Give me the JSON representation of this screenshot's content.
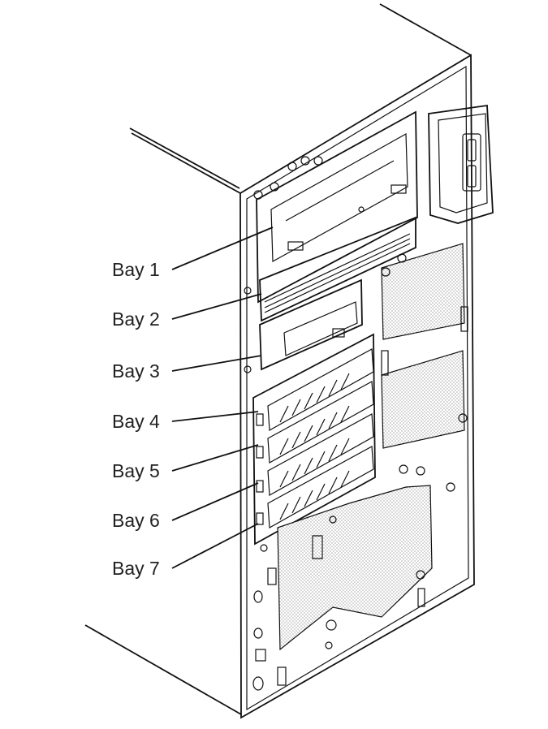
{
  "bays": [
    {
      "id": 1,
      "label": "Bay 1"
    },
    {
      "id": 2,
      "label": "Bay 2"
    },
    {
      "id": 3,
      "label": "Bay 3"
    },
    {
      "id": 4,
      "label": "Bay 4"
    },
    {
      "id": 5,
      "label": "Bay 5"
    },
    {
      "id": 6,
      "label": "Bay 6"
    },
    {
      "id": 7,
      "label": "Bay 7"
    }
  ],
  "colors": {
    "line": "#111111",
    "label": "#222222",
    "background": "#ffffff"
  }
}
